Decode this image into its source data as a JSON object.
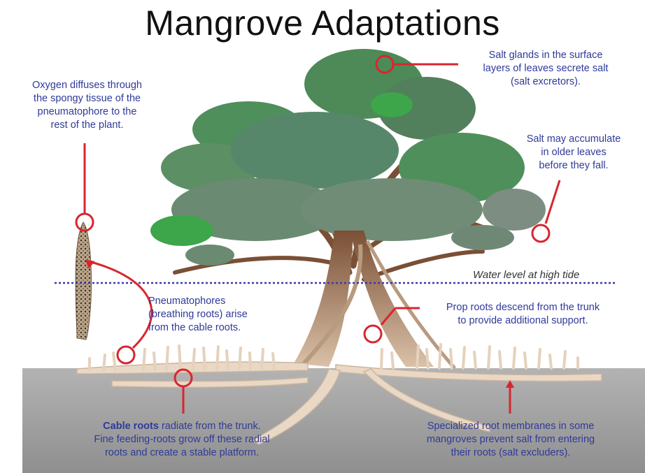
{
  "title": "Mangrove Adaptations",
  "water_label": "Water level at high tide",
  "notes": {
    "oxygen": [
      "Oxygen diffuses through",
      "the spongy tissue of the",
      "pneumatophore to the",
      "rest of the plant."
    ],
    "salt_glands": [
      "Salt glands in the surface",
      "layers of leaves secrete salt",
      "(salt excretors)."
    ],
    "salt_accumulate": [
      "Salt may accumulate",
      "in older leaves",
      "before they fall."
    ],
    "pneumatophores": [
      "Pneumatophores",
      "(breathing roots) arise",
      "from the cable roots."
    ],
    "prop_roots": [
      "Prop roots descend from the trunk",
      "to provide additional support."
    ],
    "cable_roots_bold": "Cable roots",
    "cable_roots_rest": " radiate from the trunk.",
    "cable_roots_lines": [
      "Fine feeding-roots grow off these radial",
      "roots and create a stable platform."
    ],
    "membranes": [
      "Specialized root membranes in some",
      "mangroves prevent salt from entering",
      "their roots (salt excluders)."
    ]
  },
  "colors": {
    "text_blue": "#2f3a9a",
    "callout_red": "#d8262f",
    "water_line": "#3a3aa6",
    "ground": "#a9a9a9",
    "foliage": "#4f8f5c",
    "foliage_light": "#3da54a",
    "trunk": "#8a5e43",
    "root": "#ead8c6"
  }
}
